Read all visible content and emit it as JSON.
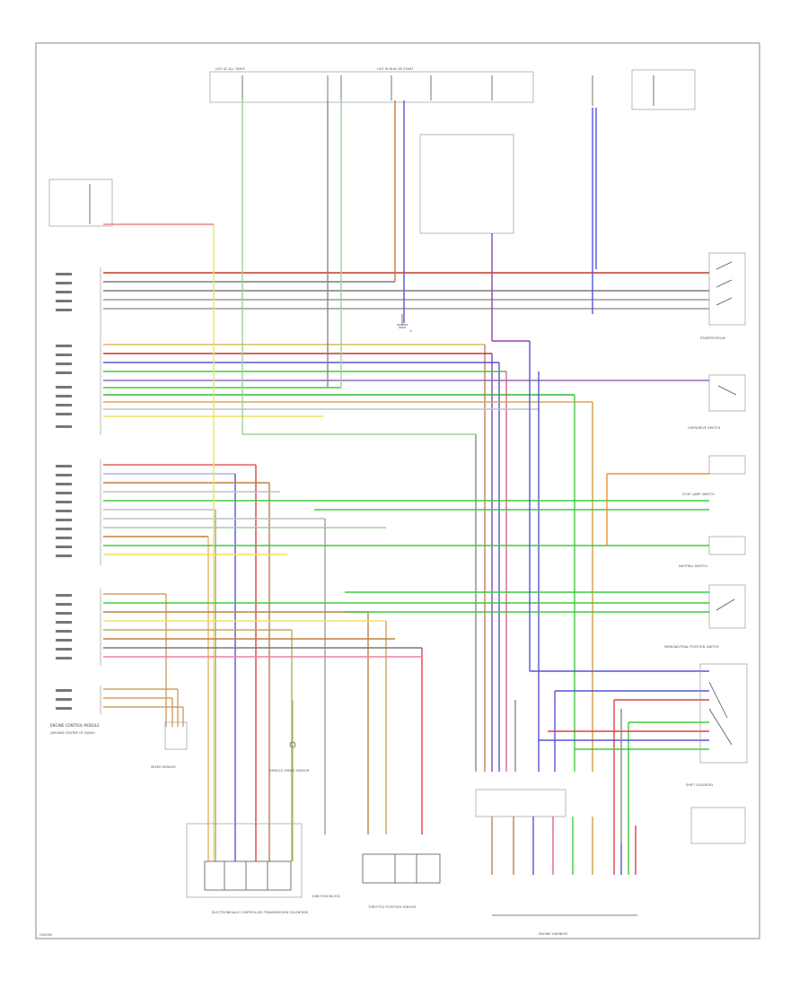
{
  "diagram": {
    "page_code": "G00000",
    "blocks": {
      "ecm_label": "ENGINE CONTROL MODULE",
      "ecm_sub": "(BEHIND CENTER OF DASH)",
      "starter_relay": "STARTER RELAY",
      "neutral_switch": "NEUTRAL SWITCH",
      "stop_lamp_switch": "STOP LAMP SWITCH",
      "overdrive_switch": "OVERDRIVE SWITCH",
      "park_neutral_switch": "PARK/NEUTRAL POSITION SWITCH",
      "shift_solenoid": "SHIFT SOLENOID",
      "speed_sensor": "SPEED SENSOR",
      "vehicle_speed_sensor": "VEHICLE SPEED SENSOR",
      "throttle_sensor": "THROTTLE POSITION SENSOR",
      "electronically_controlled": "ELECTRONICALLY CONTROLLED TRANSMISSION SOLENOIDS",
      "engine_harness": "ENGINE HARNESS",
      "fuse_block": "HOT AT ALL TIMES",
      "fuse_block2": "HOT IN RUN OR START",
      "junction": "JUNCTION BLOCK",
      "ground": "G"
    }
  }
}
